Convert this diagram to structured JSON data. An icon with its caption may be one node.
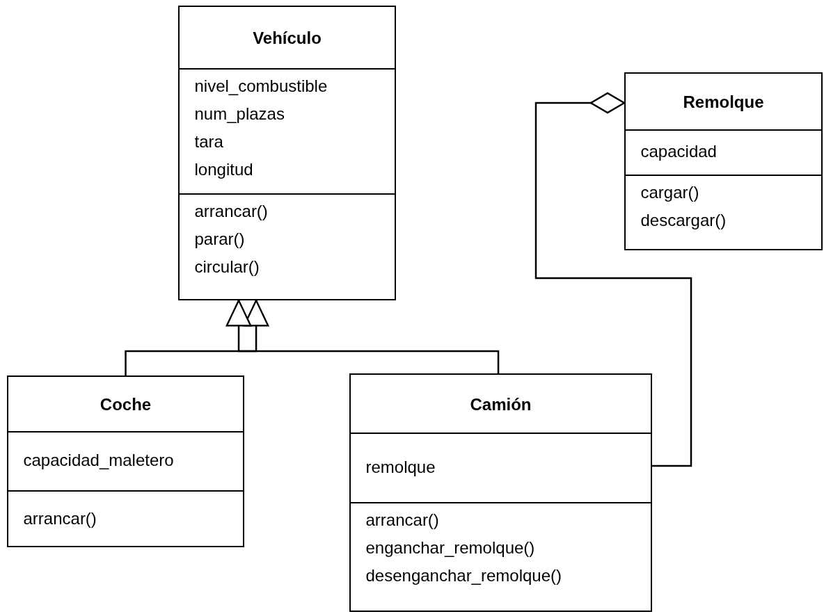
{
  "diagram": {
    "nodes": [
      {
        "text": [
          "Vehículo"
        ]
      },
      {
        "text": [
          "nivel_combustible",
          "num_plazas",
          "tara",
          "longitud"
        ],
        "in": 0
      },
      {
        "text": [
          "arrancar()",
          "parar()",
          "circular()"
        ],
        "in": 0
      },
      {
        "text": [
          "Remolque"
        ]
      },
      {
        "text": [
          "capacidad"
        ],
        "in": 3
      },
      {
        "text": [
          "cargar()",
          "descargar()"
        ],
        "in": 3
      },
      {
        "text": [
          "Coche"
        ]
      },
      {
        "text": [
          "capacidad_maletero"
        ],
        "in": 6
      },
      {
        "text": [
          "arrancar()"
        ],
        "in": 6
      },
      {
        "text": [
          "Camión"
        ]
      },
      {
        "text": [
          "remolque"
        ],
        "in": 9
      },
      {
        "text": [
          "arrancar()",
          "enganchar_remolque()",
          "desenganchar_remolque()"
        ],
        "in": 9
      }
    ],
    "edges": [
      {
        "from": 6,
        "to": 0,
        "arrow": "to"
      },
      {
        "from": 9,
        "to": 0,
        "arrow": "to"
      },
      {
        "from": 10,
        "to": 3,
        "arrow": "other"
      }
    ]
  }
}
